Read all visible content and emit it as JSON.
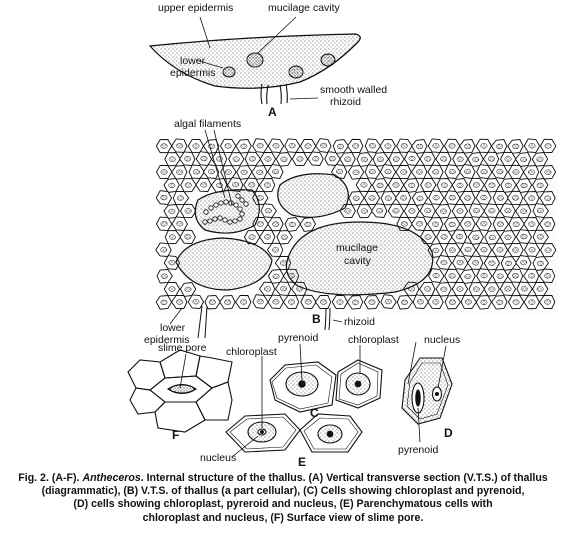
{
  "figure": {
    "panel_a": {
      "letter": "A",
      "labels": {
        "upper_epidermis": "upper epidermis",
        "mucilage_cavity": "mucilage cavity",
        "lower_epidermis_1": "lower",
        "lower_epidermis_2": "epidermis",
        "rhizoid_1": "smooth walled",
        "rhizoid_2": "rhizoid"
      }
    },
    "panel_b": {
      "letter": "B",
      "labels": {
        "algal_filaments": "algal filaments",
        "mucilage_cavity_1": "mucilage",
        "mucilage_cavity_2": "cavity",
        "lower_epidermis_1": "lower",
        "lower_epidermis_2": "epidermis",
        "rhizoid": "rhizoid"
      }
    },
    "panel_c": {
      "letter": "C",
      "labels": {
        "pyrenoid": "pyrenoid",
        "chloroplast": "chloroplast"
      }
    },
    "panel_d": {
      "letter": "D",
      "labels": {
        "nucleus": "nucleus",
        "pyrenoid": "pyrenoid"
      }
    },
    "panel_e": {
      "letter": "E",
      "labels": {
        "nucleus": "nucleus"
      }
    },
    "panel_f": {
      "letter": "F",
      "labels": {
        "slime_pore": "slime pore",
        "chloroplast": "chloroplast"
      }
    }
  },
  "caption": {
    "prefix": "Fig. 2. (A-F). ",
    "genus": "Antheceros",
    "line1_rest": ". Internal structure of the thallus. (A) Vertical transverse section (V.T.S.) of thallus",
    "line2": "(diagrammatic), (B) V.T.S. of thallus (a part cellular), (C) Cells showing chloroplast and pyrenoid,",
    "line3": "(D) cells showing chloroplast, pyreroid and nucleus, (E) Parenchymatous cells with",
    "line4": "chloroplast and nucleus, (F) Surface view of slime pore."
  }
}
